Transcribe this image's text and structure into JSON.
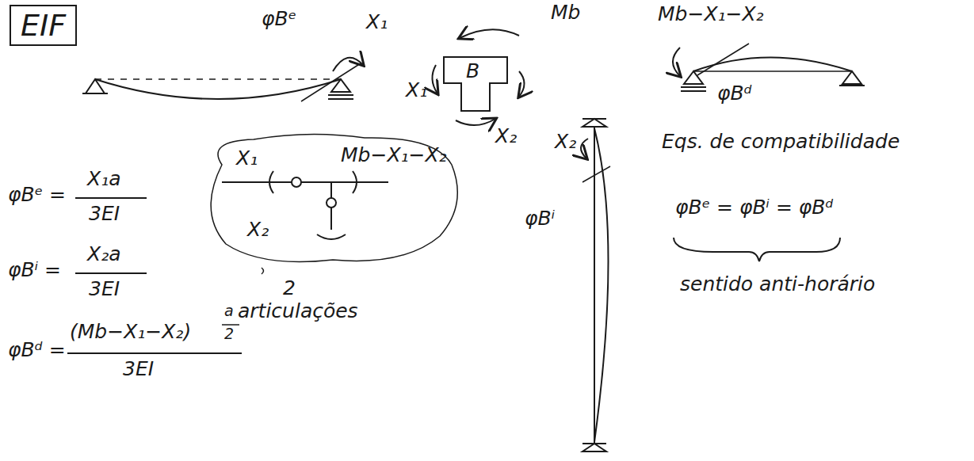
{
  "diagram": {
    "title": "EIF",
    "nodes": [
      {
        "text": [
          "X₁",
          "Mb−X₁−X₂",
          "X₂"
        ]
      }
    ],
    "edges": [],
    "labels": [
      "φBᵉ",
      "X₁",
      "Mb",
      "X₁",
      "B",
      "X₂",
      "Mb−X₁−X₂",
      "φBᵈ",
      "φBᵉ =",
      "X₁a",
      "3EI",
      "φBⁱ =",
      "X₂a",
      "3EI",
      "φBᵈ =",
      "(Mb−X₁−X₂)",
      "a",
      "2",
      "3EI",
      "2 articulações",
      "X₂",
      "φBⁱ",
      "Eqs. de compatibilidade",
      "φBᵉ = φBⁱ = φBᵈ",
      "sentido anti-horário"
    ]
  }
}
